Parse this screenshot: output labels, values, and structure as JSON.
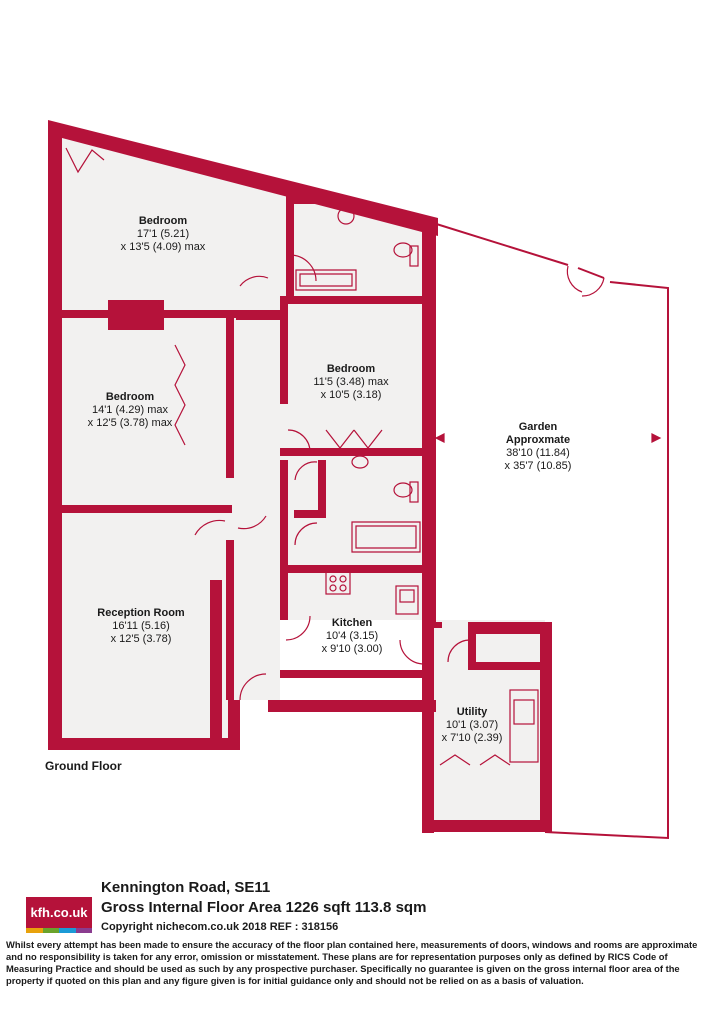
{
  "plan": {
    "floor_label": "Ground Floor",
    "rooms": [
      {
        "id": "bedroom-1",
        "name": "Bedroom",
        "dim1": "17'1 (5.21)",
        "dim2": "x 13'5 (4.09) max"
      },
      {
        "id": "bedroom-2",
        "name": "Bedroom",
        "dim1": "14'1 (4.29) max",
        "dim2": "x 12'5 (3.78) max"
      },
      {
        "id": "bedroom-3",
        "name": "Bedroom",
        "dim1": "11'5 (3.48) max",
        "dim2": "x 10'5 (3.18)"
      },
      {
        "id": "reception",
        "name": "Reception Room",
        "dim1": "16'11 (5.16)",
        "dim2": "x 12'5 (3.78)"
      },
      {
        "id": "kitchen",
        "name": "Kitchen",
        "dim1": "10'4 (3.15)",
        "dim2": "x 9'10 (3.00)"
      },
      {
        "id": "utility",
        "name": "Utility",
        "dim1": "10'1 (3.07)",
        "dim2": "x 7'10 (2.39)"
      },
      {
        "id": "garden",
        "name": "Garden",
        "name2": "Approxmate",
        "dim1": "38'10 (11.84)",
        "dim2": "x 35'7 (10.85)"
      }
    ],
    "wall_color": "#b5123a",
    "floor_color": "#f2f1f0"
  },
  "footer": {
    "logo_text": "kfh.co.uk",
    "logo_colors": [
      "#e8a20c",
      "#6aa32b",
      "#1b9ad6",
      "#8a3c8f"
    ],
    "title": "Kennington Road, SE11",
    "subtitle": "Gross Internal Floor Area 1226 sqft 113.8 sqm",
    "copyright": "Copyright nichecom.co.uk 2018 REF : 318156",
    "disclaimer": "Whilst every attempt has been made to ensure the accuracy of the floor plan contained here, measurements of doors, windows and rooms are approximate and no responsibility is taken for any error, omission or misstatement.  These plans are for representation purposes only as defined by RICS Code of Measuring Practice and should be used as such by any prospective purchaser.  Specifically no guarantee is given on the gross internal floor area of the property if quoted on this plan and any figure given is for initial guidance only and should not be relied on as a basis of valuation."
  }
}
